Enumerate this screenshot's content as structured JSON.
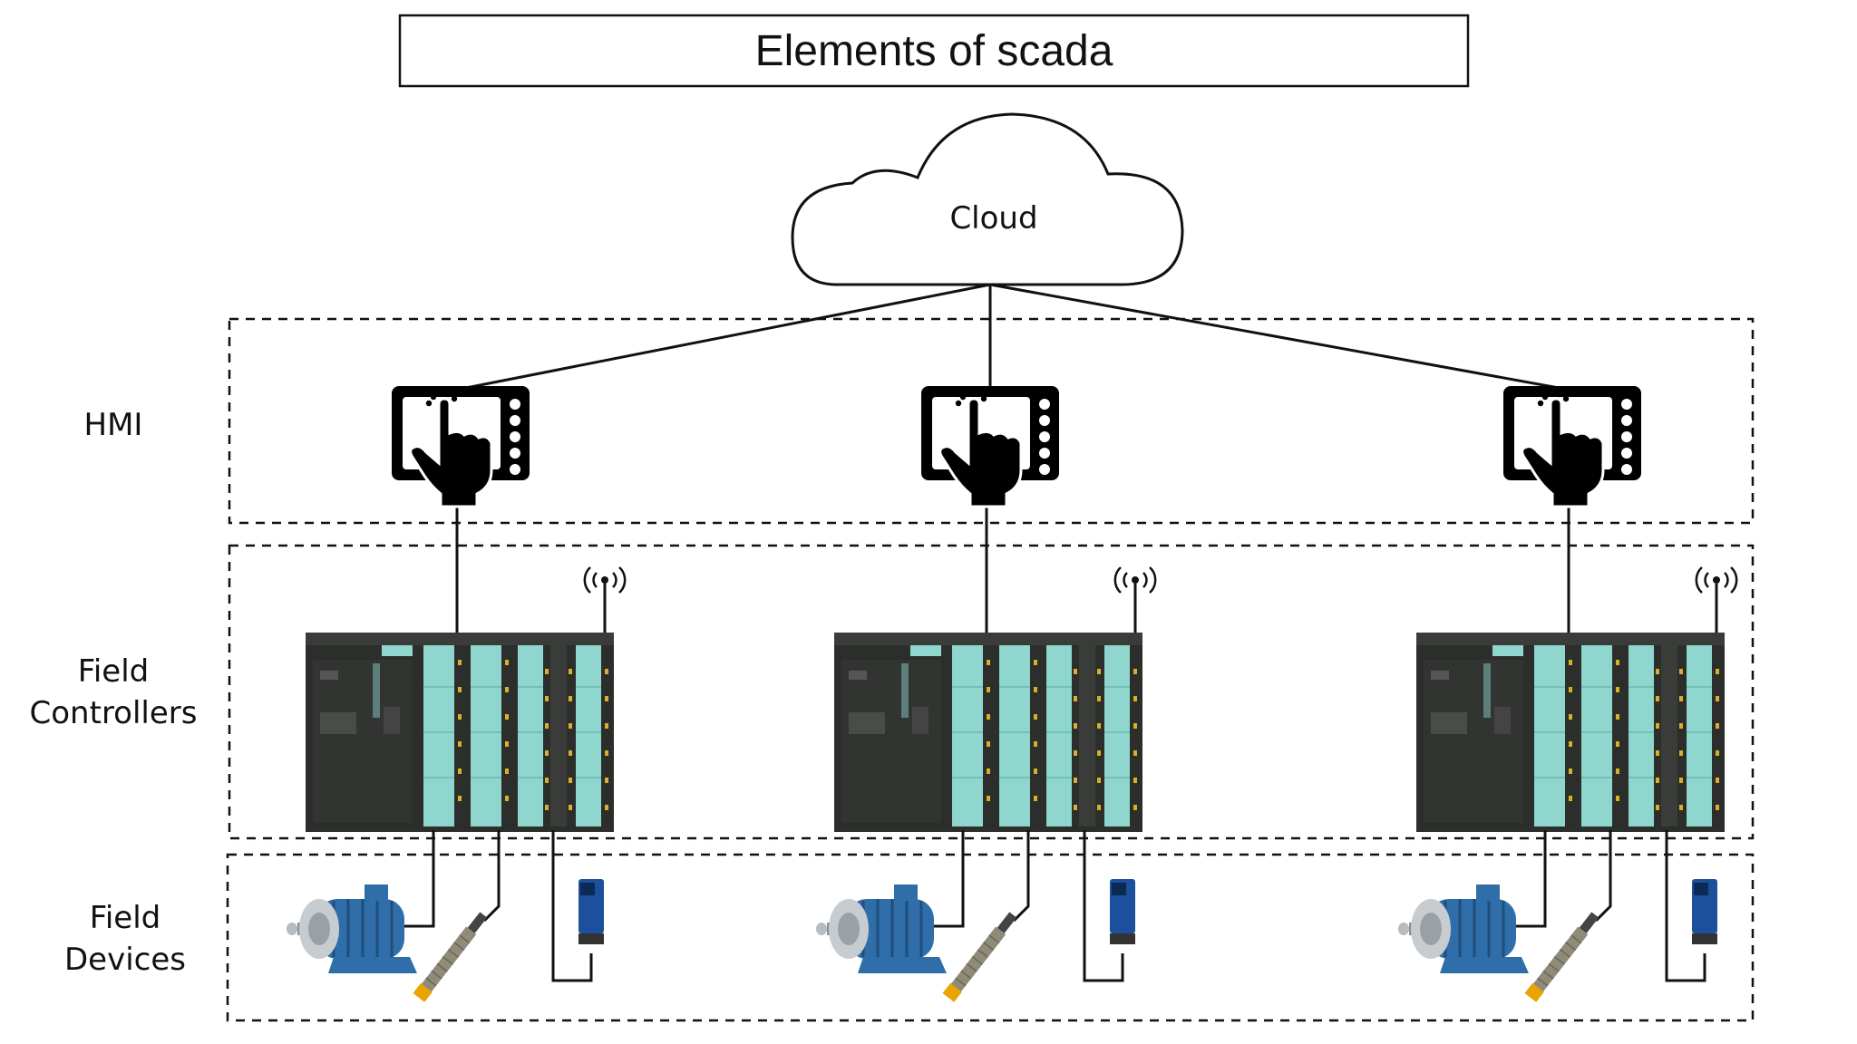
{
  "title": "Elements of scada",
  "cloud_label": "Cloud",
  "layers": {
    "hmi": [
      "HMI"
    ],
    "controllers": [
      "Field",
      "Controllers"
    ],
    "devices": [
      "Field",
      "Devices"
    ]
  },
  "icons": {
    "hmi": "touchscreen-hand-icon",
    "antenna": "antenna-icon",
    "plc": "plc-rack-icon",
    "motor": "motor-icon",
    "proximity": "proximity-sensor-icon",
    "photo": "photoelectric-sensor-icon"
  },
  "colors": {
    "plc_body": "#2c2e2c",
    "plc_module": "#8fd6cf",
    "plc_led": "#d6b02a",
    "motor_blue": "#2f6ea8",
    "sensor_blue": "#1c4f9c",
    "sensor_tip": "#e8a400",
    "line": "#111111"
  }
}
